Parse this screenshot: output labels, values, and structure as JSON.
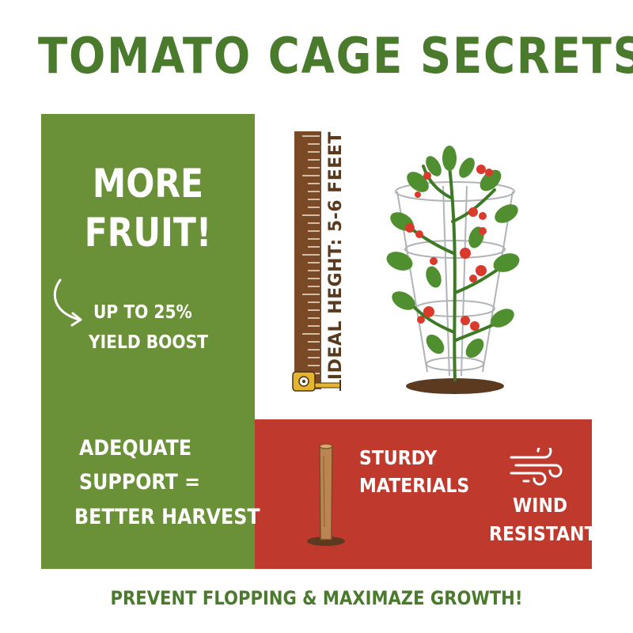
{
  "title": "TOMATO CAGE SECRETS",
  "left_panel": {
    "headline_line1": "MORE",
    "headline_line2": "FRUIT!",
    "yield_line1": "UP TO 25%",
    "yield_line2": "YIELD BOOST",
    "support_line1": "ADEQUATE",
    "support_line2": "SUPPORT =",
    "support_line3": "BETTER HARVEST"
  },
  "ruler_label": "IDEAL HEGHT: 5-6 FEEET",
  "red_panel": {
    "sturdy_line1": "STURDY",
    "sturdy_line2": "MATERIALS",
    "wind_line1": "WIND",
    "wind_line2": "RESISTANT"
  },
  "footer": "PREVENT FLOPPING & MAXIMAZE GROWTH!",
  "icons": [
    "curved-arrow-icon",
    "ruler-icon",
    "tape-measure-icon",
    "tomato-plant-icon",
    "wooden-stake-icon",
    "wind-icon"
  ],
  "colors": {
    "title_green": "#4a7a2c",
    "panel_green": "#6a9137",
    "panel_red": "#c0392d",
    "ruler_brown": "#7a4a26",
    "tomato_red": "#d93a2b",
    "leaf_green": "#4f8f2f"
  }
}
